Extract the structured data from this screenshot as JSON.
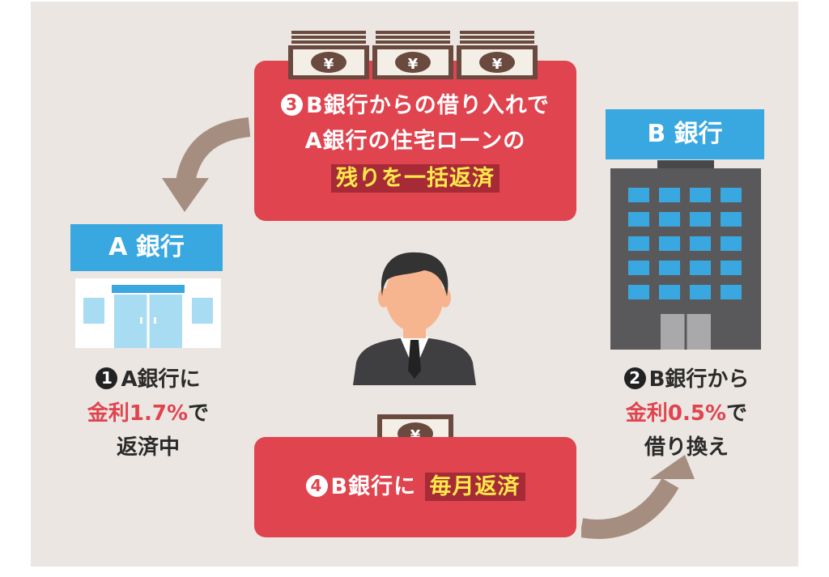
{
  "step3": {
    "badge": "3",
    "line1": "B銀行からの借り入れで",
    "line2": "A銀行の住宅ローンの",
    "highlight": "残りを一括返済"
  },
  "step4": {
    "badge": "4",
    "text": "B銀行に",
    "highlight": "毎月返済"
  },
  "bank_a": {
    "sign": "A 銀行",
    "badge": "1",
    "line1": "A銀行に",
    "rate": "金利1.7%",
    "rate_suffix": "で",
    "line3": "返済中"
  },
  "bank_b": {
    "sign": "B 銀行",
    "badge": "2",
    "line1": "B銀行から",
    "rate": "金利0.5%",
    "rate_suffix": "で",
    "line3": "借り換え"
  },
  "money_symbol": "¥",
  "colors": {
    "background": "#ebe6e1",
    "box_red": "#e0444f",
    "highlight_bg": "#a72a37",
    "highlight_text": "#ffe94a",
    "bank_blue": "#3aa8e0",
    "building_gray": "#59585b",
    "arrow": "#a58e80"
  },
  "icons": [
    "yen-banknote-icon",
    "bank-building-icon",
    "office-building-icon",
    "businessman-icon",
    "curved-arrow-icon"
  ]
}
